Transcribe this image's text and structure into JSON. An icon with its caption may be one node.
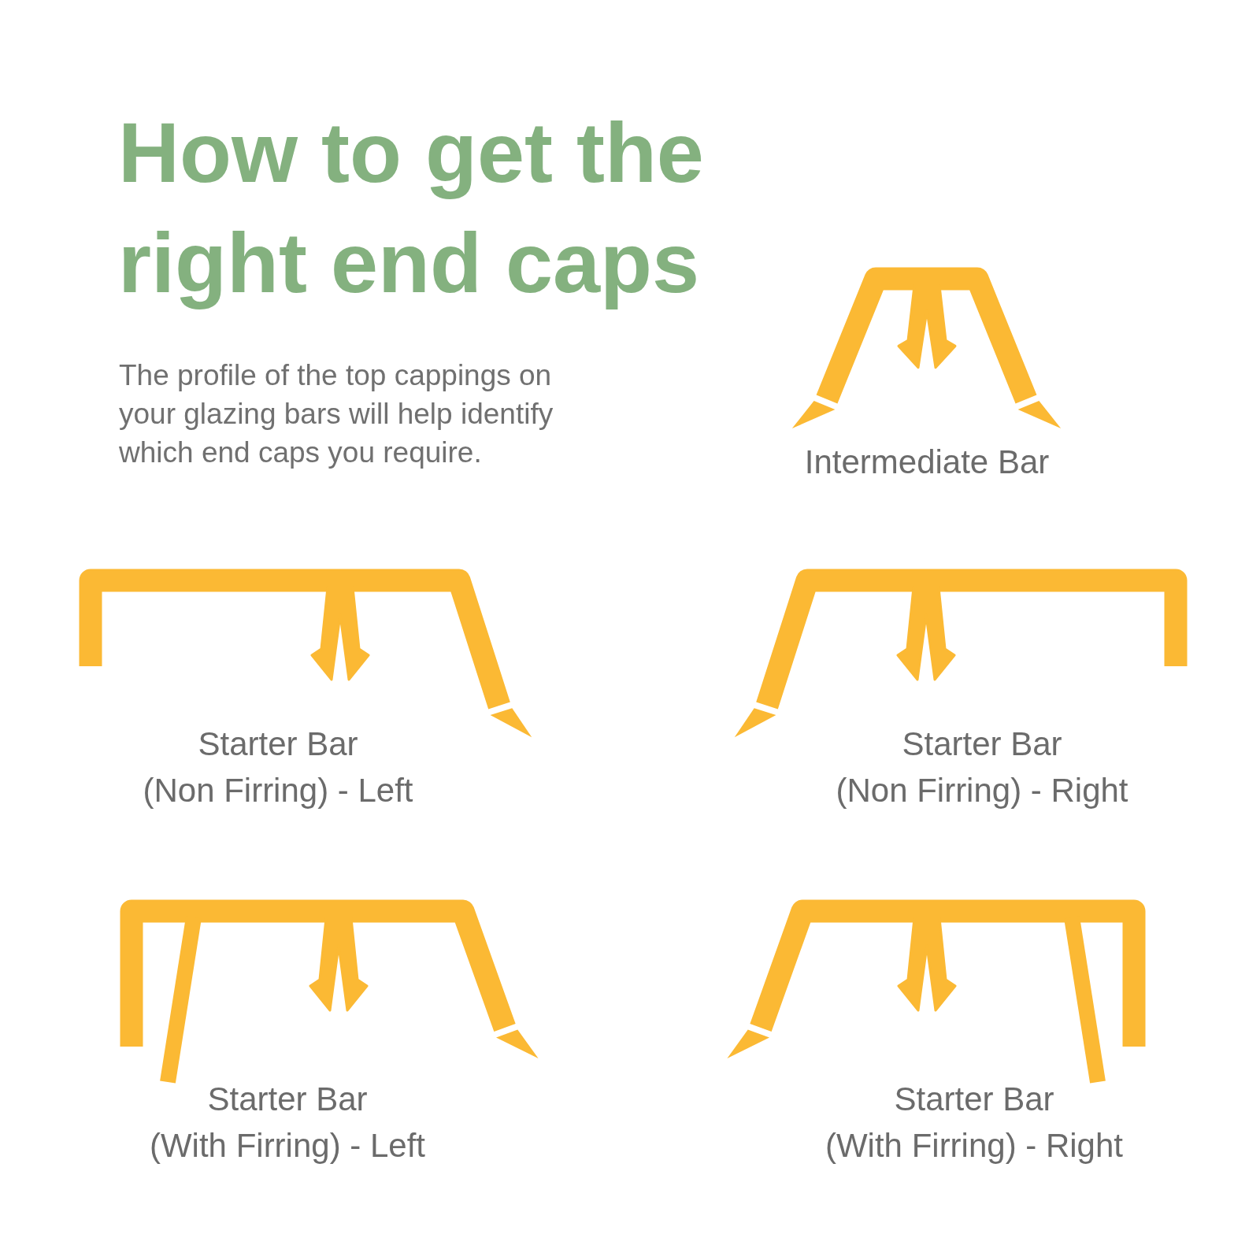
{
  "diagram": {
    "title": "How to get the right end caps",
    "labels": [
      "The profile of the top cappings on your glazing bars will help identify which end caps you require.",
      "Intermediate Bar",
      "Starter Bar (Non Firring) - Left",
      "Starter Bar (Non Firring) - Right",
      "Starter Bar (With Firring) - Left",
      "Starter Bar (With Firring) - Right"
    ]
  }
}
